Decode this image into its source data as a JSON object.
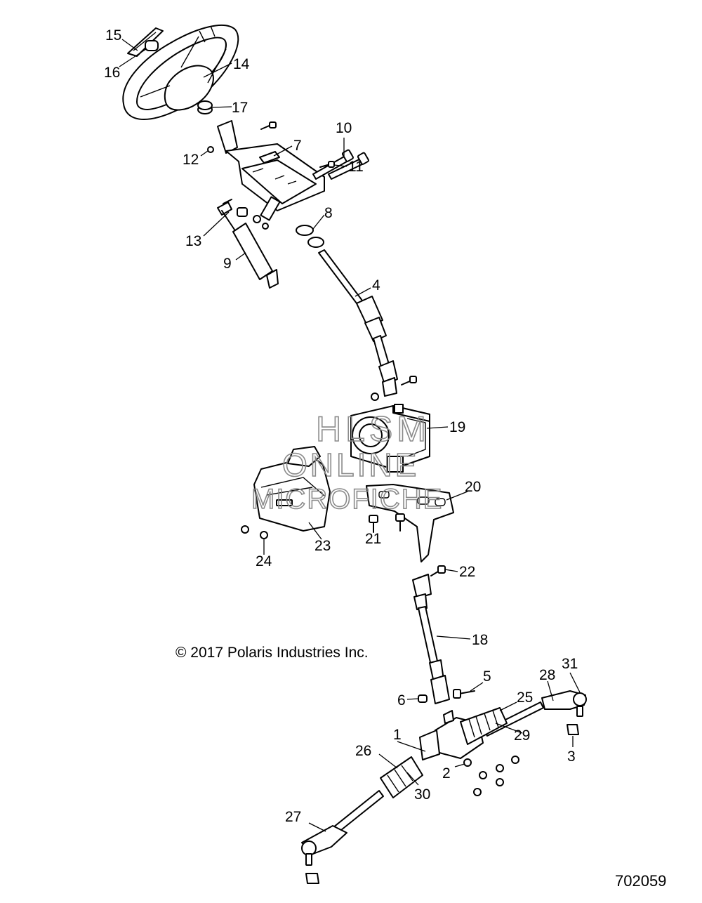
{
  "diagram": {
    "copyright": "© 2017 Polaris Industries Inc.",
    "figure_number": "702059",
    "watermark": [
      "HLSM",
      "ONLINE",
      "MICROFICHE"
    ],
    "callouts": {
      "c1": "1",
      "c2": "2",
      "c3": "3",
      "c4": "4",
      "c5": "5",
      "c6": "6",
      "c7": "7",
      "c8": "8",
      "c9": "9",
      "c10": "10",
      "c11": "11",
      "c12": "12",
      "c13": "13",
      "c14": "14",
      "c15": "15",
      "c16": "16",
      "c17": "17",
      "c18": "18",
      "c19": "19",
      "c20": "20",
      "c21": "21",
      "c22": "22",
      "c23": "23",
      "c24": "24",
      "c25": "25",
      "c26": "26",
      "c27": "27",
      "c28": "28",
      "c29": "29",
      "c30": "30",
      "c31": "31"
    }
  }
}
